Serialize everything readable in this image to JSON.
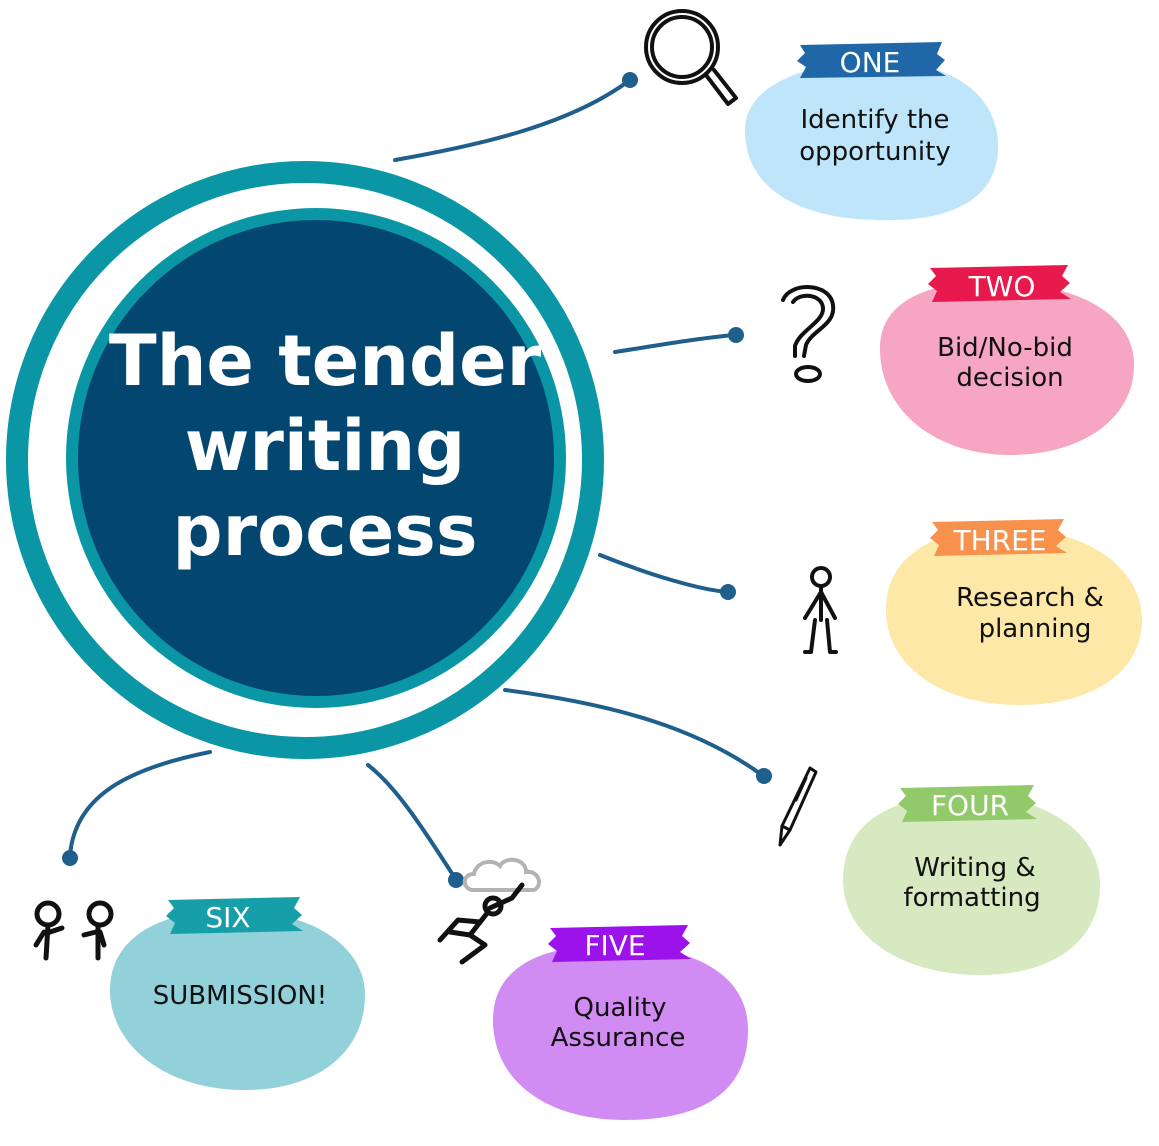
{
  "title": {
    "line1": "The tender",
    "line2": "writing",
    "line3": "process"
  },
  "steps": [
    {
      "tag": "ONE",
      "text_line1": "Identify the",
      "text_line2": "opportunity",
      "tag_color": "#1f67a6",
      "blob_color": "#bfe5fb",
      "icon": "magnifying-glass-icon"
    },
    {
      "tag": "TWO",
      "text_line1": "Bid/No-bid",
      "text_line2": "decision",
      "tag_color": "#e8194c",
      "blob_color": "#f6a6c2",
      "icon": "question-mark-icon"
    },
    {
      "tag": "THREE",
      "text_line1": "Research &",
      "text_line2": "planning",
      "tag_color": "#f7914b",
      "blob_color": "#fde8a8",
      "icon": "standing-person-icon"
    },
    {
      "tag": "FOUR",
      "text_line1": "Writing &",
      "text_line2": "formatting",
      "tag_color": "#92c96b",
      "blob_color": "#d6e9c0",
      "icon": "pen-icon"
    },
    {
      "tag": "FIVE",
      "text_line1": "Quality",
      "text_line2": "Assurance",
      "tag_color": "#9b12ea",
      "blob_color": "#d08cf3",
      "icon": "flying-person-icon"
    },
    {
      "tag": "SIX",
      "text_line1": "SUBMISSION!",
      "text_line2": "",
      "tag_color": "#169fa8",
      "blob_color": "#92d1d9",
      "icon": "two-people-icon"
    }
  ],
  "colors": {
    "outer_ring": "#0a96a4",
    "inner_circle": "#034770",
    "connector": "#1f5f8b"
  }
}
